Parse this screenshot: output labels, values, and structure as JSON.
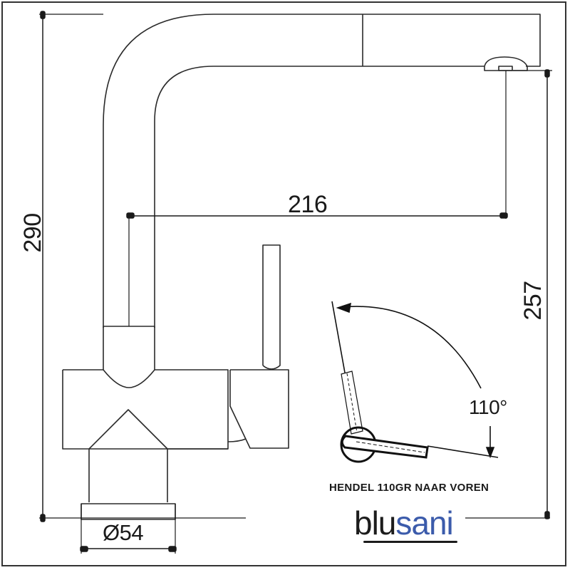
{
  "drawing": {
    "title": "Kitchen faucet dimension drawing",
    "dimensions": {
      "total_height": "290",
      "spout_height": "257",
      "spout_reach": "216",
      "base_diameter": "Ø54",
      "lever_angle": "110°"
    },
    "caption": "HENDEL 110GR NAAR VOREN",
    "logo": {
      "part1": "blu",
      "part2": "sani",
      "color_dark": "#1c1c1c",
      "color_accent": "#3b5bab"
    },
    "line_color": "#2a2a2a",
    "frame_color": "#333333"
  }
}
